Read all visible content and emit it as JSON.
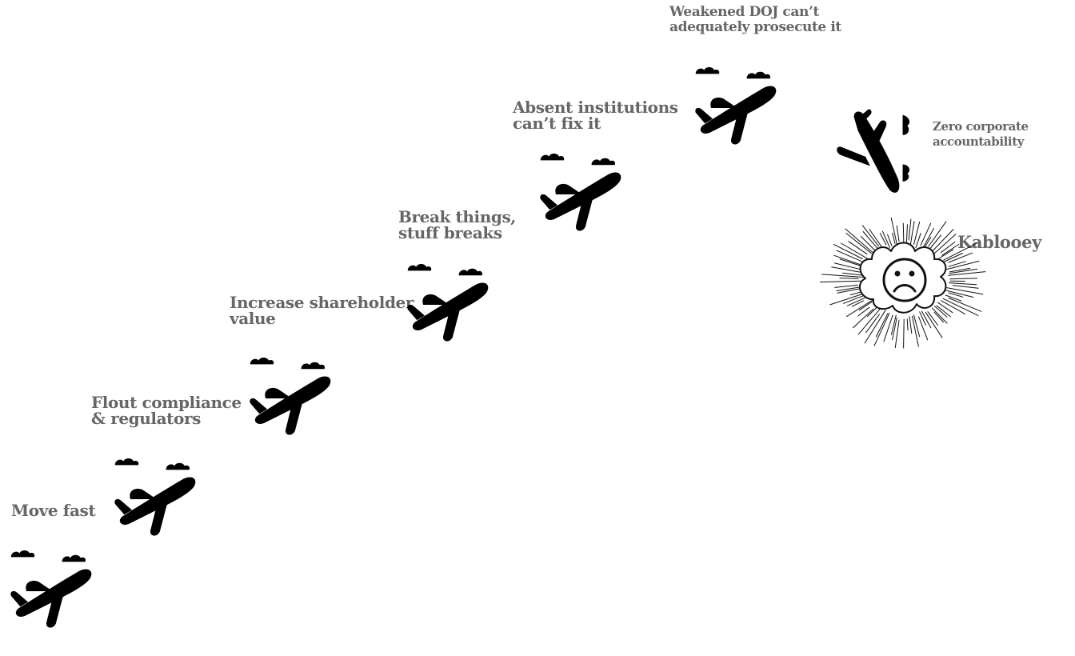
{
  "steps": [
    {
      "line1": "Move fast",
      "line2": ""
    },
    {
      "line1": "Flout compliance",
      "line2": "& regulators"
    },
    {
      "line1": "Increase shareholder",
      "line2": "value"
    },
    {
      "line1": "Break things,",
      "line2": "stuff breaks"
    },
    {
      "line1": "Absent institutions",
      "line2": "can’t fix it"
    },
    {
      "line1": "Weakened DOJ can’t",
      "line2": "adequately prosecute it"
    },
    {
      "line1": "Zero corporate",
      "line2": "accountability"
    },
    {
      "line1": "Kablooey",
      "line2": ""
    }
  ],
  "icons": {
    "plane": "airplane-takeoff-icon",
    "cloud": "cloud-icon",
    "crash": "airplane-crash-icon",
    "explosion": "explosion-icon",
    "face": "sad-face-icon"
  },
  "colors": {
    "label": "#666666",
    "ink": "#111111",
    "background": "#ffffff"
  }
}
